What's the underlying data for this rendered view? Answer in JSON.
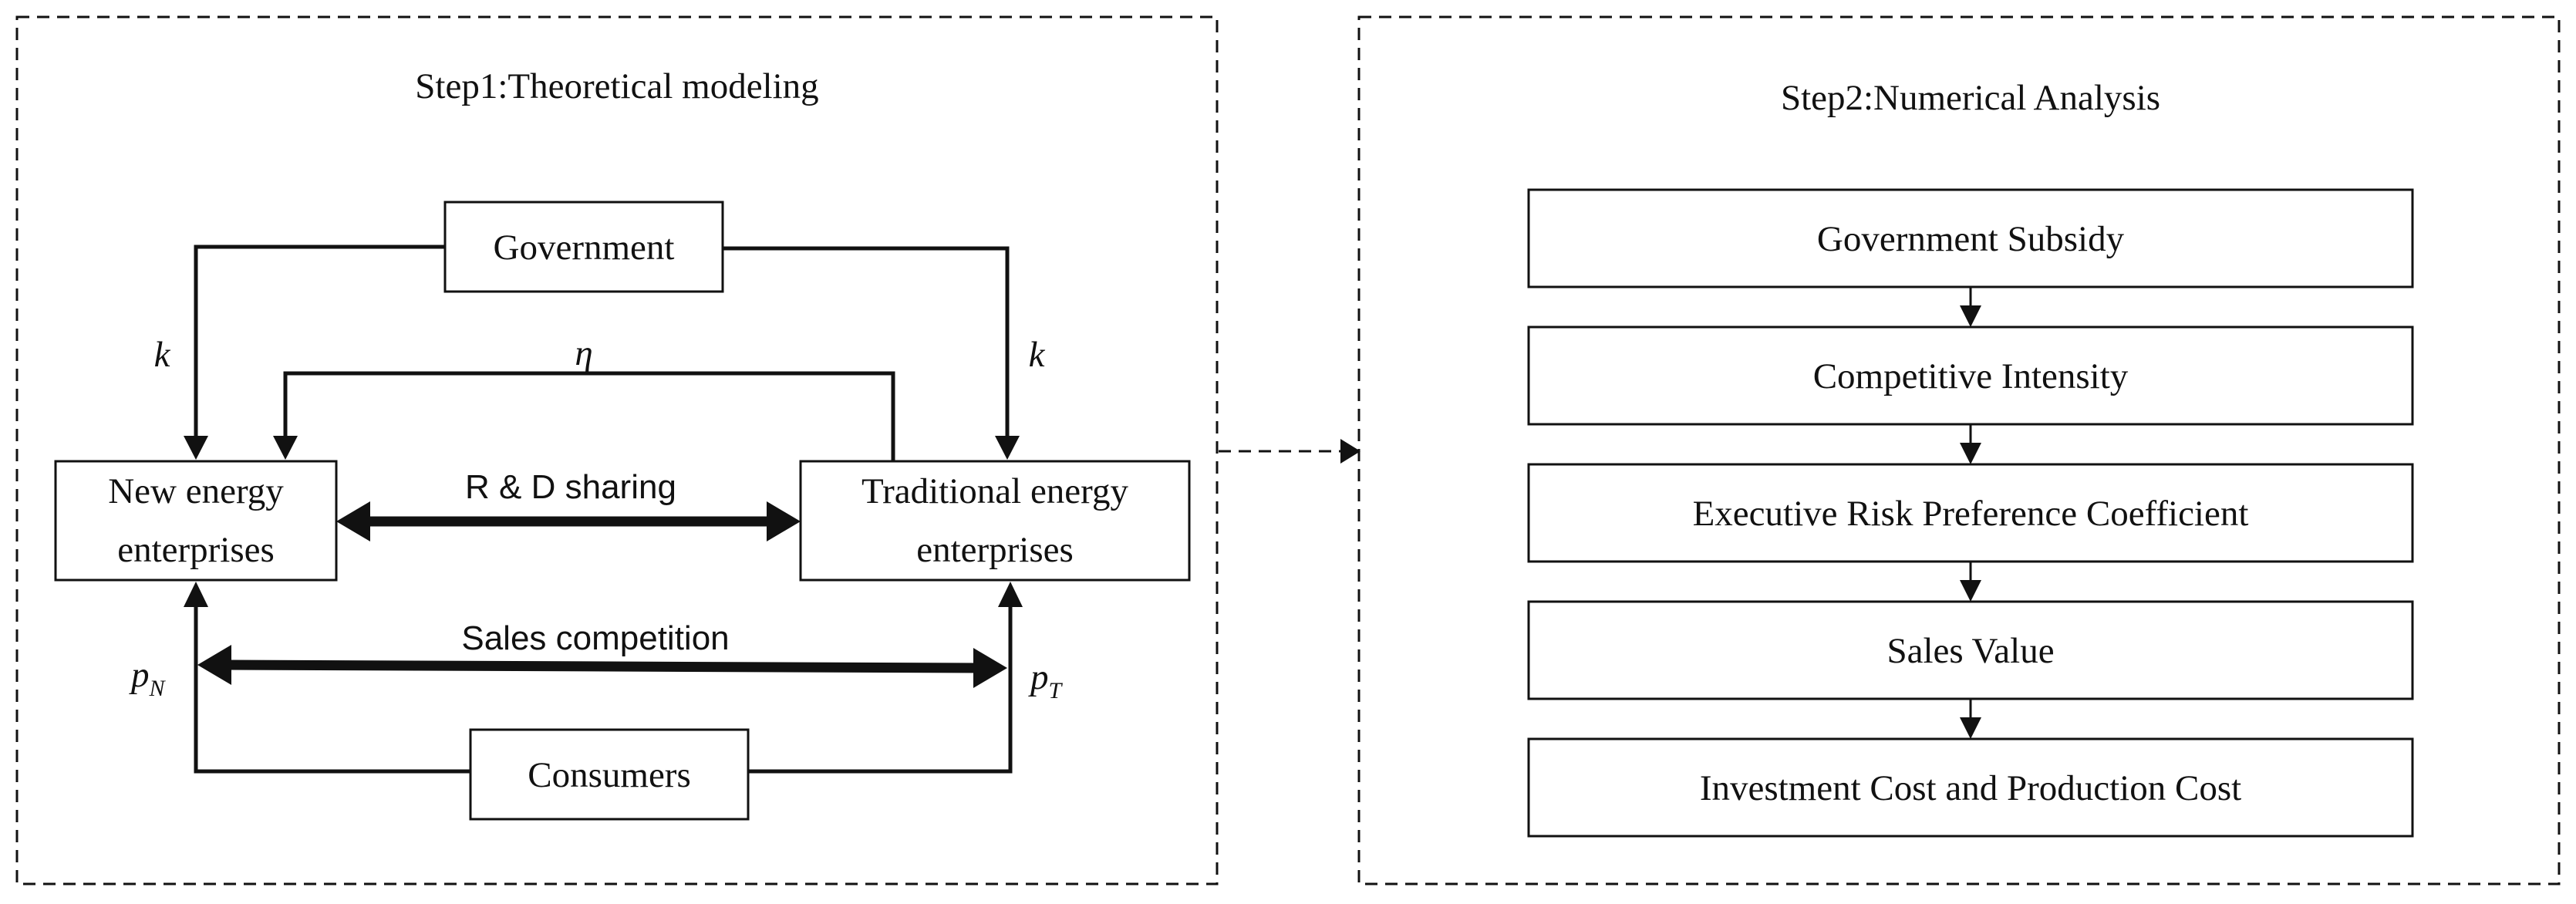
{
  "step1": {
    "title": "Step1:Theoretical modeling",
    "government": "Government",
    "new_energy": [
      "New energy",
      "enterprises"
    ],
    "traditional_energy": [
      "Traditional energy",
      "enterprises"
    ],
    "consumers": "Consumers",
    "k_left": "k",
    "k_right": "k",
    "eta": "η",
    "rd_sharing": "R & D sharing",
    "sales_competition": "Sales competition",
    "p_left": {
      "base": "p",
      "sub": "N"
    },
    "p_right": {
      "base": "p",
      "sub": "T"
    }
  },
  "step2": {
    "title": "Step2:Numerical Analysis",
    "items": [
      "Government Subsidy",
      "Competitive Intensity",
      "Executive Risk Preference Coefficient",
      "Sales Value",
      "Investment Cost and Production Cost"
    ]
  }
}
